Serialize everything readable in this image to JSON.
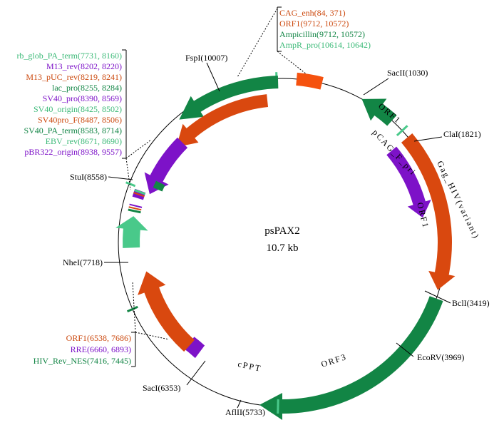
{
  "plasmid": {
    "name": "psPAX2",
    "size": "10.7 kb"
  },
  "colors": {
    "orange": "#d9480f",
    "bright_orange": "#f5520f",
    "green": "#128545",
    "light_green": "#49c98a",
    "purple": "#7d12c8",
    "text_orange": "#cc4a10",
    "text_green": "#128545",
    "text_light_green": "#3cba78",
    "text_purple": "#7d12c8",
    "backbone": "#000000"
  },
  "top_group": [
    {
      "label": "CAG_enh(84, 371)",
      "color": "text_orange"
    },
    {
      "label": "ORF1(9712, 10572)",
      "color": "text_orange"
    },
    {
      "label": "Ampicillin(9712, 10572)",
      "color": "text_green"
    },
    {
      "label": "AmpR_pro(10614, 10642)",
      "color": "text_light_green"
    }
  ],
  "left_group": [
    {
      "label": "rb_glob_PA_term(7731, 8160)",
      "color": "text_light_green"
    },
    {
      "label": "M13_rev(8202, 8220)",
      "color": "text_purple"
    },
    {
      "label": "M13_pUC_rev(8219, 8241)",
      "color": "text_orange"
    },
    {
      "label": "lac_pro(8255, 8284)",
      "color": "text_green"
    },
    {
      "label": "SV40_pro(8390, 8569)",
      "color": "text_purple"
    },
    {
      "label": "SV40_origin(8425, 8502)",
      "color": "text_light_green"
    },
    {
      "label": "SV40pro_F(8487, 8506)",
      "color": "text_orange"
    },
    {
      "label": "SV40_PA_term(8583, 8714)",
      "color": "text_green"
    },
    {
      "label": "EBV_rev(8671, 8690)",
      "color": "text_light_green"
    },
    {
      "label": "pBR322_origin(8938, 9557)",
      "color": "text_purple"
    }
  ],
  "bottom_group": [
    {
      "label": "ORF1(6538, 7686)",
      "color": "text_orange"
    },
    {
      "label": "RRE(6660, 6893)",
      "color": "text_purple"
    },
    {
      "label": "HIV_Rev_NES(7416, 7445)",
      "color": "text_green"
    }
  ],
  "sites": [
    {
      "name": "FspI(10007)"
    },
    {
      "name": "SacII(1030)"
    },
    {
      "name": "ClaI(1821)"
    },
    {
      "name": "BclI(3419)"
    },
    {
      "name": "EcoRV(3969)"
    },
    {
      "name": "AflII(5733)"
    },
    {
      "name": "SacI(6353)"
    },
    {
      "name": "NheI(7718)"
    },
    {
      "name": "StuI(8558)"
    }
  ],
  "feature_labels": {
    "orf1_top": "ORF1",
    "pcag_f_pri": "pCAG_F_pri",
    "gag_hiv": "Gag_HIV(variant)",
    "orf1_right": "ORF1",
    "orf3": "ORF3",
    "cppt": "cPPT"
  }
}
